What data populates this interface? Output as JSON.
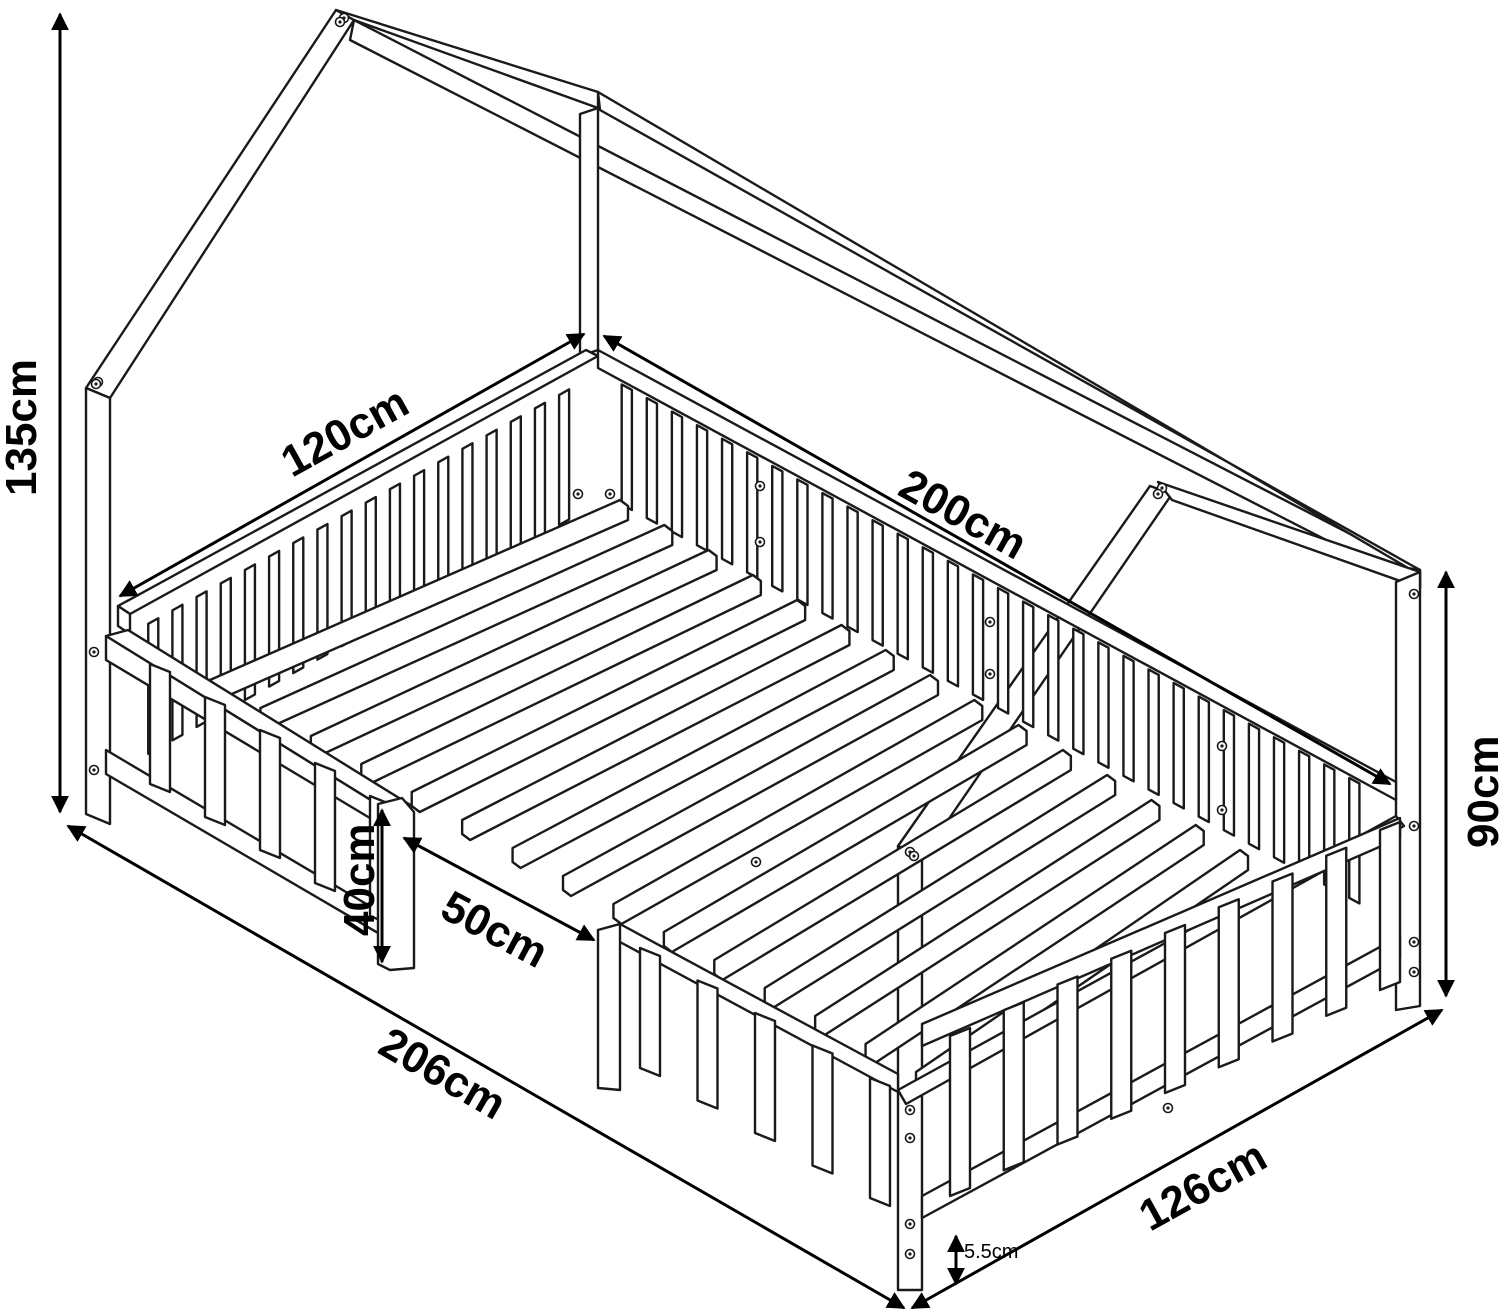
{
  "dimensions": {
    "total_height": "135cm",
    "inner_width": "120cm",
    "inner_length": "200cm",
    "side_height": "90cm",
    "rail_height": "40cm",
    "opening_width": "50cm",
    "total_length": "206cm",
    "total_width": "126cm",
    "leg_height": "5.5cm"
  },
  "colors": {
    "line": "#1a1a1a",
    "background": "#ffffff"
  }
}
